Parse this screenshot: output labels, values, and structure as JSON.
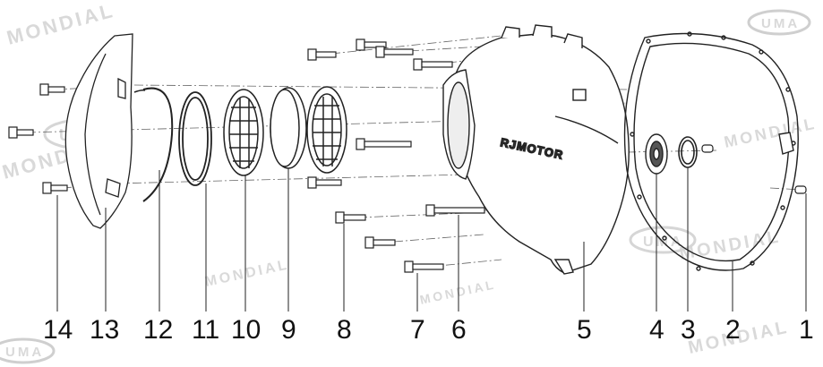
{
  "watermark": {
    "brand": "MONDIAL",
    "logo": "UMA"
  },
  "casting_text": "RJMOTOR",
  "parts": [
    {
      "number": "14"
    },
    {
      "number": "13"
    },
    {
      "number": "12"
    },
    {
      "number": "11"
    },
    {
      "number": "10"
    },
    {
      "number": "9"
    },
    {
      "number": "8"
    },
    {
      "number": "7"
    },
    {
      "number": "6"
    },
    {
      "number": "5"
    },
    {
      "number": "4"
    },
    {
      "number": "3"
    },
    {
      "number": "2"
    },
    {
      "number": "1"
    }
  ]
}
